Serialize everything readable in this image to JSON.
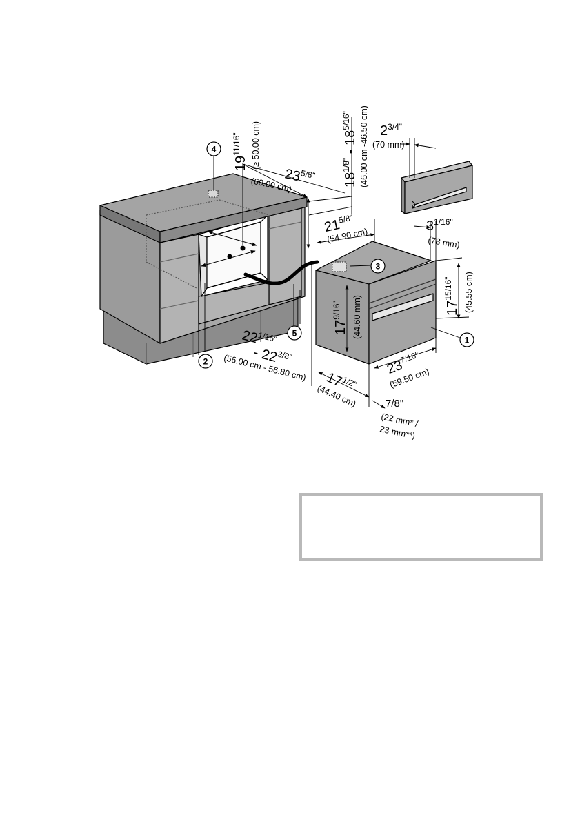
{
  "callouts": [
    "1",
    "2",
    "3",
    "4",
    "5"
  ],
  "dimensions": {
    "niche_height": {
      "whole": "19",
      "frac": "11/16\"",
      "metric": "(≥ 50.00 cm)"
    },
    "niche_depth": {
      "whole": "23",
      "frac": "5/8\"",
      "metric": "(60.00 cm)"
    },
    "niche_clear_height": {
      "whole": "18",
      "frac": "1/8\"",
      "sep": " - ",
      "whole2": "18",
      "frac2": "5/16\"",
      "metric": "(46.00 cm  -46.50 cm)"
    },
    "niche_width": {
      "whole": "22",
      "frac": "1/16\"",
      "sep": " - ",
      "whole2": "22",
      "frac2": "3/8\"",
      "metric": "(56.00 cm - 56.80 cm)"
    },
    "oven_depth": {
      "whole": "21",
      "frac": "5/8\"",
      "metric": "(54.90 cm)"
    },
    "oven_height": {
      "whole": "17",
      "frac": "9/16\"",
      "metric": "(44.60 mm)"
    },
    "fascia_height": {
      "whole": "17",
      "frac": "15/16\"",
      "metric": "(45.55 cm)"
    },
    "oven_width": {
      "whole": "17",
      "frac": "1/2\"",
      "metric": "(44.40 cm)"
    },
    "fascia_width": {
      "whole": "23",
      "frac": "7/16\"",
      "metric": "(59.50 cm)"
    },
    "door_thickness": {
      "frac": "7/8\"",
      "metric_line1": "(22 mm* /",
      "metric_line2": "23 mm**)"
    },
    "handle_depth": {
      "whole": "2",
      "frac": "3/4\"",
      "metric": "(70 mm)"
    },
    "door_offset": {
      "whole": "3",
      "frac": "1/16\"",
      "metric": "(78 mm)"
    }
  }
}
